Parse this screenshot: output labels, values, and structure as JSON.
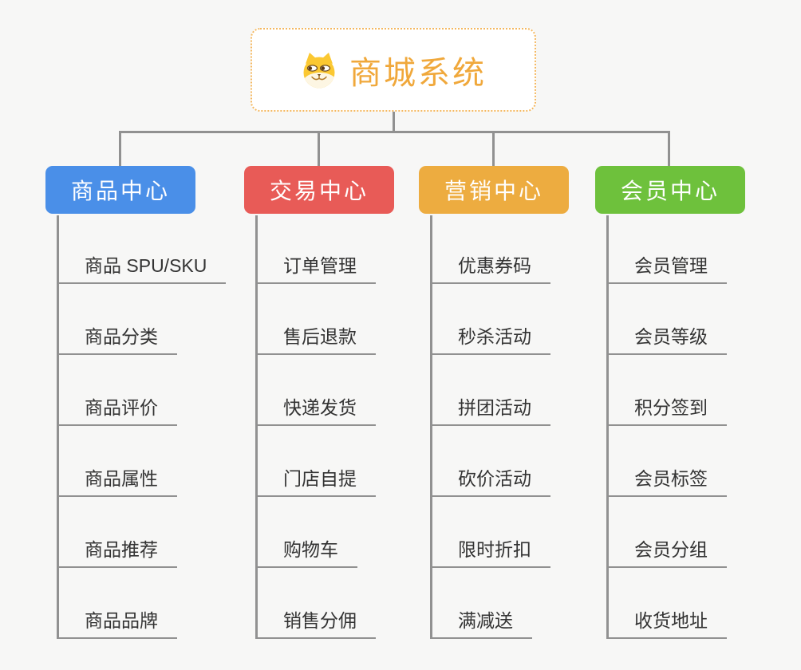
{
  "root": {
    "title": "商城系统",
    "icon": "shiba-dog-icon"
  },
  "colors": {
    "background": "#f7f7f6",
    "connector_line": "#919191",
    "root_text": "#f0a83b",
    "root_border": "#f4b860",
    "leaf_text": "#333333"
  },
  "branches": [
    {
      "label": "商品中心",
      "color": "#4a8fe8",
      "items": [
        "商品 SPU/SKU",
        "商品分类",
        "商品评价",
        "商品属性",
        "商品推荐",
        "商品品牌"
      ]
    },
    {
      "label": "交易中心",
      "color": "#e85b57",
      "items": [
        "订单管理",
        "售后退款",
        "快递发货",
        "门店自提",
        "购物车",
        "销售分佣"
      ]
    },
    {
      "label": "营销中心",
      "color": "#edac40",
      "items": [
        "优惠券码",
        "秒杀活动",
        "拼团活动",
        "砍价活动",
        "限时折扣",
        "满减送"
      ]
    },
    {
      "label": "会员中心",
      "color": "#6ec13c",
      "items": [
        "会员管理",
        "会员等级",
        "积分签到",
        "会员标签",
        "会员分组",
        "收货地址"
      ]
    }
  ]
}
